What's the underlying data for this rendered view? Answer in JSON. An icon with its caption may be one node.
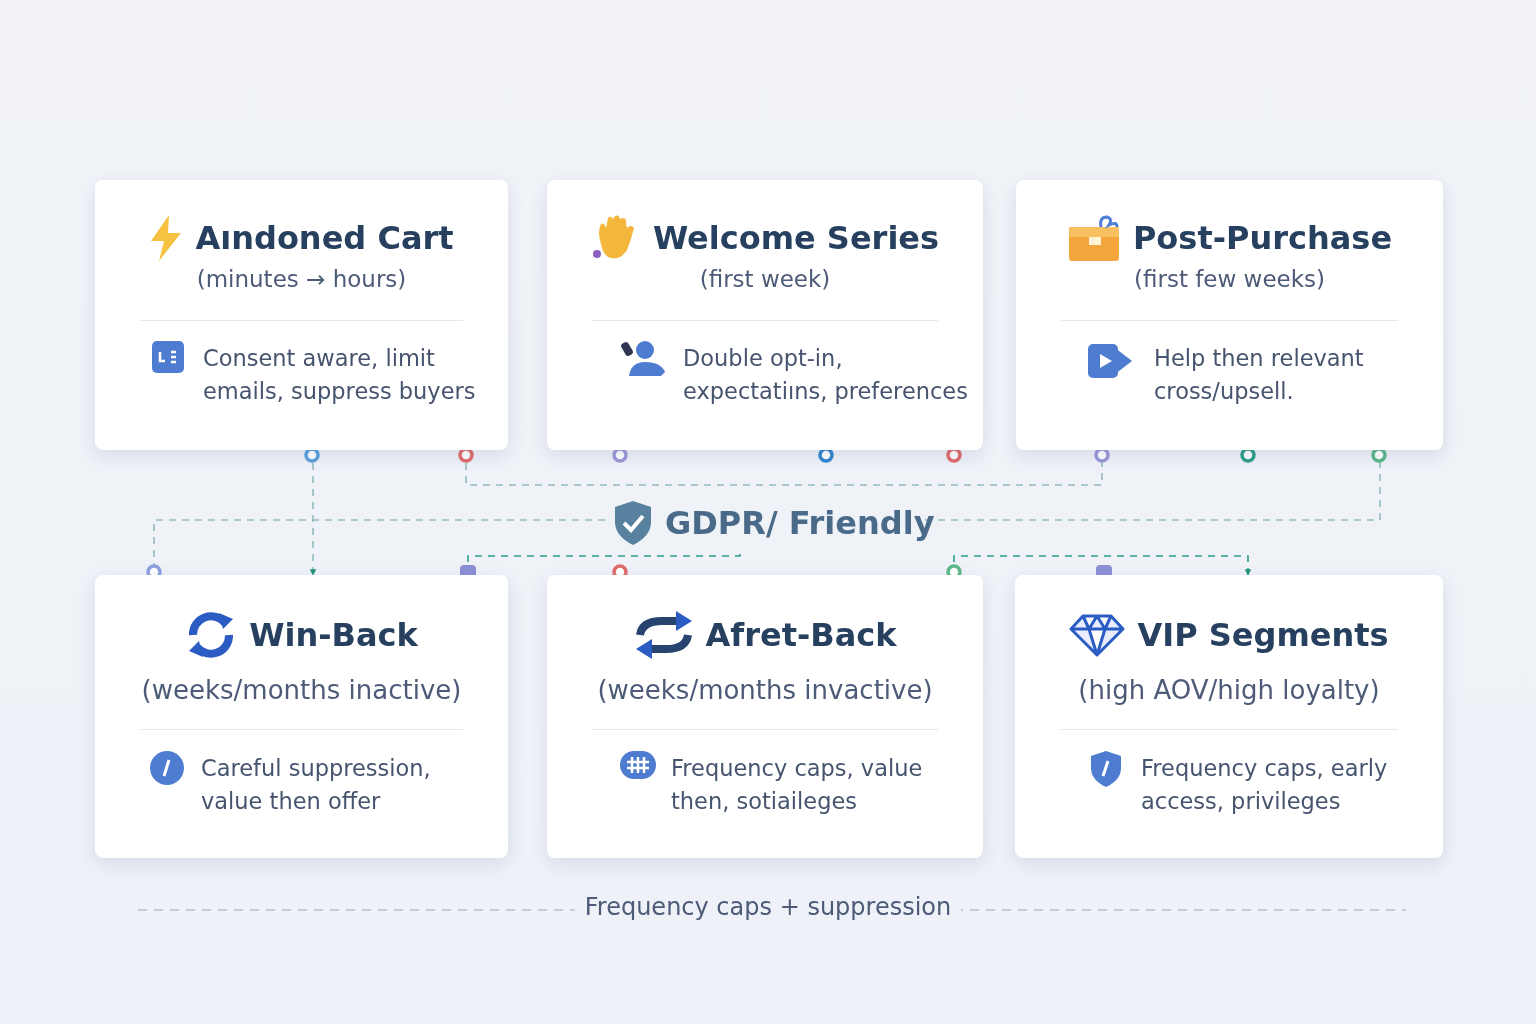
{
  "diagram": {
    "nodes": [
      {
        "text": [
          "Aındoned Cart",
          "(minutes → hours)",
          "Consent aware, limit emails, suppress buyers"
        ]
      },
      {
        "text": [
          "Welcome Series",
          "(first week)",
          "Double opt-in, expectatiıns, preferences"
        ]
      },
      {
        "text": [
          "Post-Purchase",
          "(first few weeks)",
          "Help then relevant cross/upsell."
        ]
      },
      {
        "text": [
          "Win-Back",
          "(weeks/months inactive)",
          "Careful suppression, value then offer"
        ]
      },
      {
        "text": [
          "Afret-Back",
          "(weeks/months invactive)",
          "Frequency caps, value then, sotiaileges"
        ]
      },
      {
        "text": [
          "VIP Segments",
          "(high AOV/high loyalty)",
          "Frequency caps, early access, privileges"
        ]
      },
      {
        "text": [
          "GDPR/ Friendly"
        ]
      }
    ],
    "edges": [
      {
        "from": 0,
        "to": 3,
        "arrow": "to",
        "style": "dashed"
      },
      {
        "from": 0,
        "to": 2,
        "arrow": "none",
        "style": "dashed"
      },
      {
        "from": 6,
        "to": 3,
        "arrow": "none",
        "style": "dashed"
      },
      {
        "from": 6,
        "to": 2,
        "arrow": "none",
        "style": "dashed"
      },
      {
        "from": 3,
        "to": 6,
        "arrow": "none",
        "style": "dashed",
        "color": "#2f9e86"
      },
      {
        "from": 4,
        "to": 5,
        "arrow": "to",
        "style": "dashed",
        "color": "#2f9e86"
      }
    ],
    "labels": [
      "Frequency caps + suppression"
    ]
  }
}
